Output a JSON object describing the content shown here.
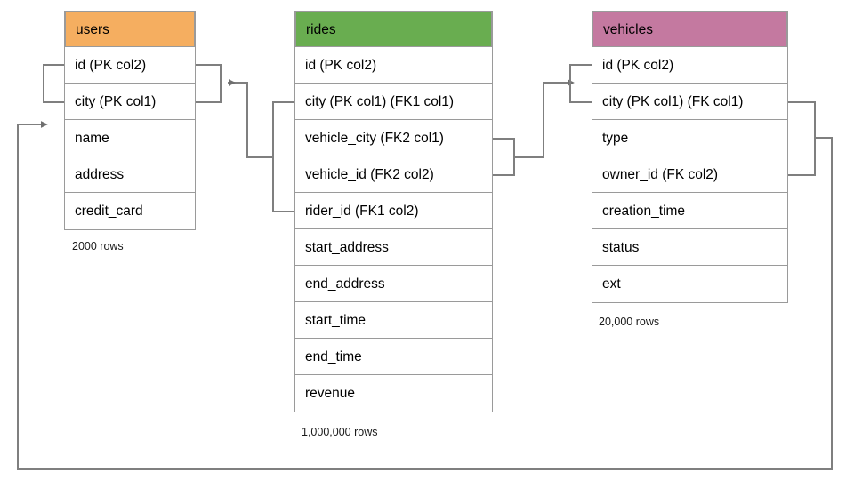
{
  "diagram": {
    "title": "Database schema entity-relationship diagram",
    "background_color": "#ffffff",
    "line_color": "#7f7f7f",
    "border_color": "#9a9a9a"
  },
  "entities": [
    {
      "name": "users",
      "accent_color": "#f5ae60",
      "caption": "2000 rows",
      "fields": [
        "id (PK col2)",
        "city (PK col1)",
        "name",
        "address",
        "credit_card"
      ]
    },
    {
      "name": "rides",
      "accent_color": "#69ad50",
      "caption": "1,000,000 rows",
      "fields": [
        "id (PK col2)",
        "city (PK col1) (FK1 col1)",
        "vehicle_city (FK2 col1)",
        "vehicle_id (FK2 col2)",
        "rider_id (FK1 col2)",
        "start_address",
        "end_address",
        "start_time",
        "end_time",
        "revenue"
      ]
    },
    {
      "name": "vehicles",
      "accent_color": "#c479a0",
      "caption": "20,000 rows",
      "fields": [
        "id (PK col2)",
        "city (PK col1) (FK col1)",
        "type",
        "owner_id (FK col2)",
        "creation_time",
        "status",
        "ext"
      ]
    }
  ],
  "relationships": [
    {
      "label": "rides.FK1 references users",
      "from_entity": "rides",
      "from_fields": [
        "city (PK col1) (FK1 col1)",
        "rider_id (FK1 col2)"
      ],
      "to_entity": "users",
      "to_fields": [
        "id (PK col2)",
        "city (PK col1)"
      ]
    },
    {
      "label": "rides.FK2 references vehicles",
      "from_entity": "rides",
      "from_fields": [
        "vehicle_city (FK2 col1)",
        "vehicle_id (FK2 col2)"
      ],
      "to_entity": "vehicles",
      "to_fields": [
        "id (PK col2)",
        "city (PK col1) (FK col1)"
      ]
    },
    {
      "label": "vehicles.FK references users",
      "from_entity": "vehicles",
      "from_fields": [
        "city (PK col1) (FK col1)",
        "owner_id (FK col2)"
      ],
      "to_entity": "users",
      "to_fields": [
        "id (PK col2)",
        "city (PK col1)"
      ]
    }
  ]
}
